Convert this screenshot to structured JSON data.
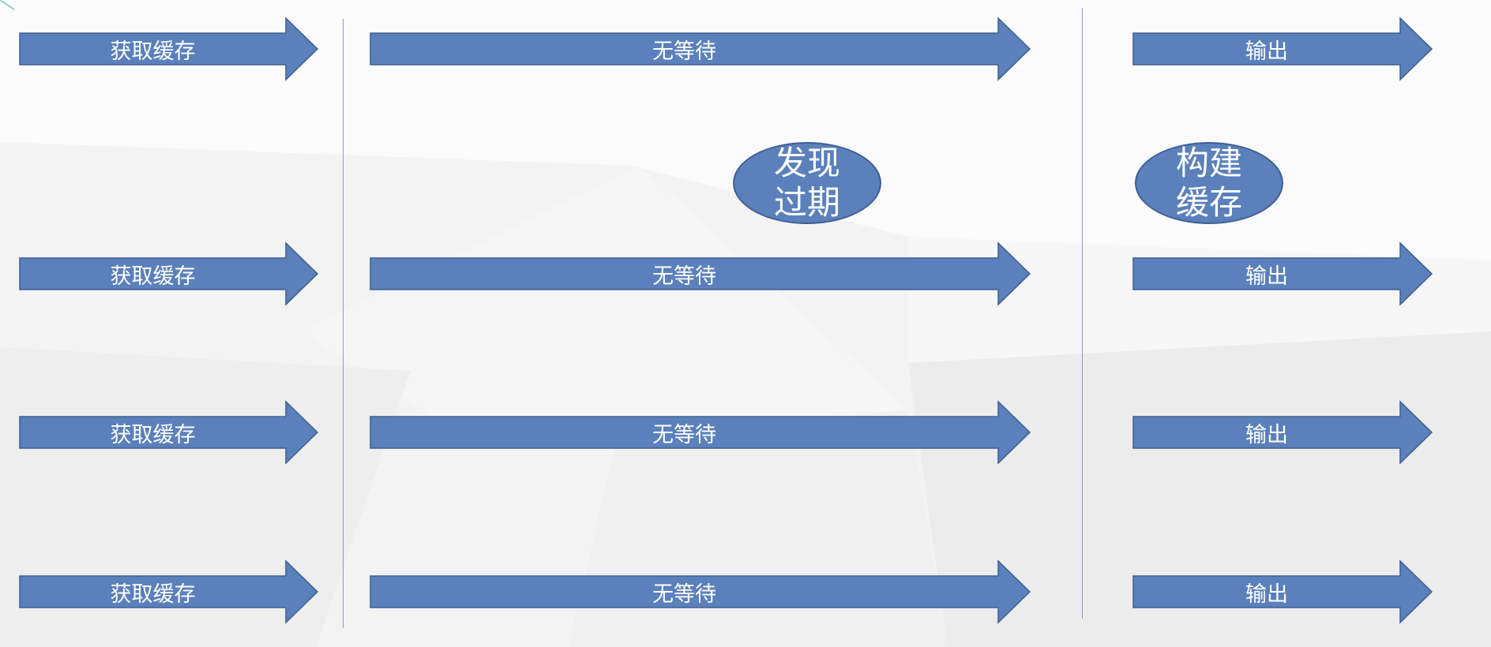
{
  "diagram": {
    "lanes": [
      {
        "fetch_label": "获取缓存",
        "wait_label": "无等待",
        "output_label": "输出"
      },
      {
        "fetch_label": "获取缓存",
        "wait_label": "无等待",
        "output_label": "输出"
      },
      {
        "fetch_label": "获取缓存",
        "wait_label": "无等待",
        "output_label": "输出"
      },
      {
        "fetch_label": "获取缓存",
        "wait_label": "无等待",
        "output_label": "输出"
      }
    ],
    "events": [
      {
        "line1": "发现",
        "line2": "过期"
      },
      {
        "line1": "构建",
        "line2": "缓存"
      }
    ],
    "colors": {
      "arrow_fill": "#5b80bb",
      "arrow_stroke": "#3f5f93",
      "divider": "#7f9ccc"
    }
  }
}
